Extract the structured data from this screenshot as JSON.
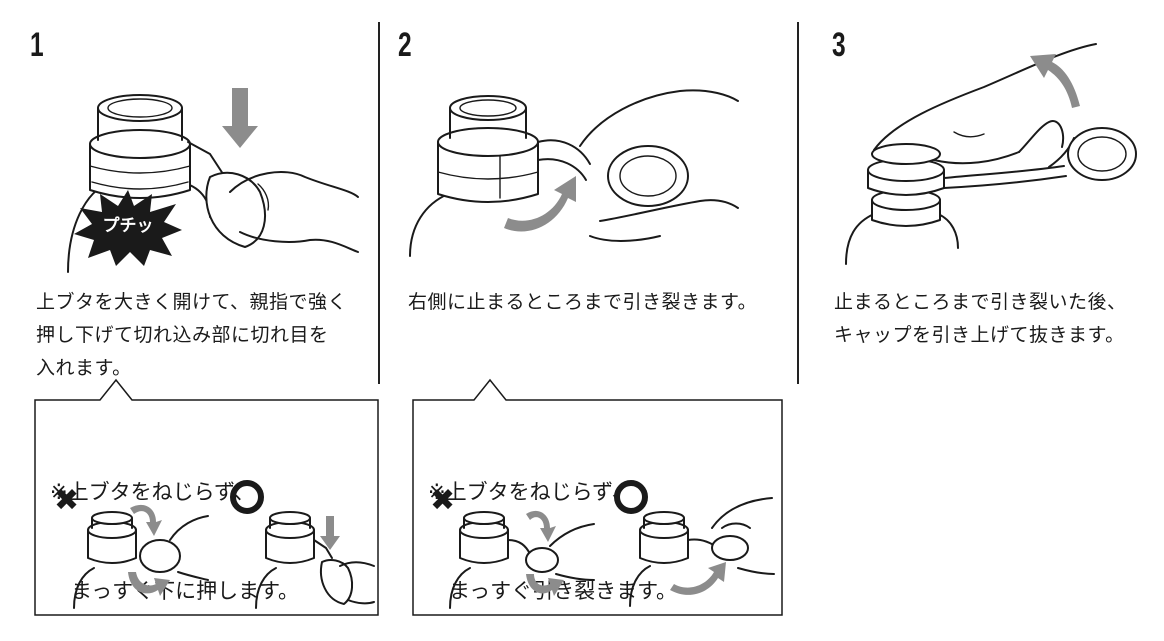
{
  "steps": [
    {
      "number": "1",
      "description_lines": [
        "上ブタを大きく開けて、親指で強く",
        "押し下げて切れ込み部に切れ目を",
        "入れます。"
      ],
      "burst_label": "プチッ",
      "note_lines": [
        "※上ブタをねじらず、",
        "　まっすぐ下に押します。"
      ]
    },
    {
      "number": "2",
      "description_lines": [
        "右側に止まるところまで引き裂きます。"
      ],
      "note_lines": [
        "※上ブタをねじらず、",
        "　まっすぐ引き裂きます。"
      ]
    },
    {
      "number": "3",
      "description_lines": [
        "止まるところまで引き裂いた後、",
        "キャップを引き上げて抜きます。"
      ]
    }
  ],
  "marks": {
    "wrong": "✖",
    "right": "○"
  },
  "colors": {
    "line": "#1a1a1a",
    "arrow": "#8c8c8c",
    "burst": "#1a1a1a"
  },
  "icons": [
    "bottle-cap-illustration",
    "down-arrow-icon",
    "curved-arrow-icon",
    "burst-icon",
    "wrong-mark-icon",
    "right-mark-icon"
  ]
}
